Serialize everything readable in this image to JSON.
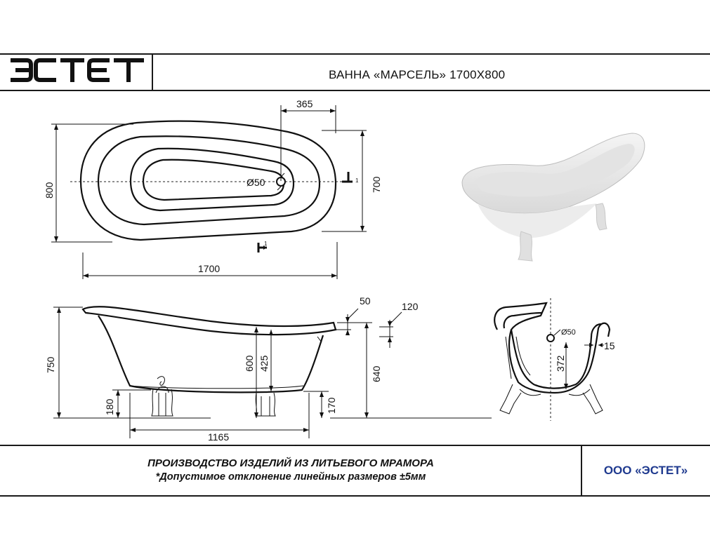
{
  "header": {
    "logo_text": "ЭСТЕТ",
    "title": "ВАННА «МАРСЕЛЬ» 1700Х800"
  },
  "top_view": {
    "dim_width": "1700",
    "dim_height": "800",
    "dim_inner_height": "700",
    "dim_drain_offset": "365",
    "drain_label": "Ø50",
    "section_mark_a": "1",
    "section_mark_b": "1"
  },
  "side_view": {
    "dim_total_height": "750",
    "dim_600": "600",
    "dim_425": "425",
    "dim_640": "640",
    "dim_180": "180",
    "dim_170": "170",
    "dim_1165": "1165",
    "dim_50": "50",
    "dim_120": "120"
  },
  "section_view": {
    "drain_label": "Ø50",
    "dim_372": "372",
    "dim_15": "15"
  },
  "footer": {
    "line1": "ПРОИЗВОДСТВО ИЗДЕЛИЙ ИЗ ЛИТЬЕВОГО МРАМОРА",
    "line2": "*Допустимое отклонение линейных размеров ±5мм",
    "company": "ООО «ЭСТЕТ»"
  },
  "colors": {
    "company_text": "#1f3a8f",
    "lines": "#111111"
  }
}
